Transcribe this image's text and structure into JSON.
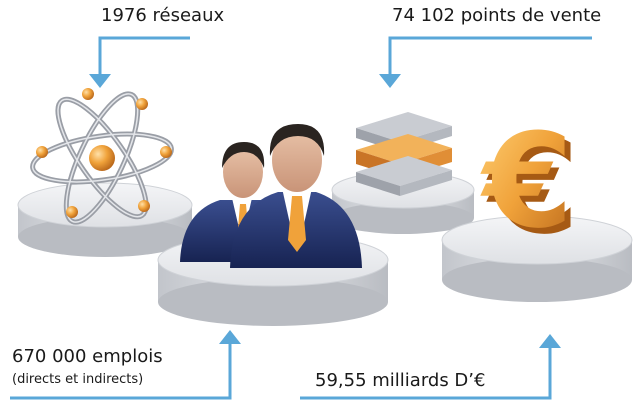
{
  "stats": {
    "networks": "1976 réseaux",
    "points_of_sale": "74 102 points de vente",
    "jobs": "670 000 emplois",
    "jobs_detail": "(directs et indirects)",
    "revenue": "59,55 milliards D’€"
  },
  "icons": [
    "atom-icon",
    "business-people-icon",
    "stacked-blocks-icon",
    "euro-icon"
  ],
  "colors": {
    "arrow": "#5aa7d8",
    "orange": "#f0a23a",
    "navy": "#1f2f66",
    "platform": "#d9dbe0"
  }
}
